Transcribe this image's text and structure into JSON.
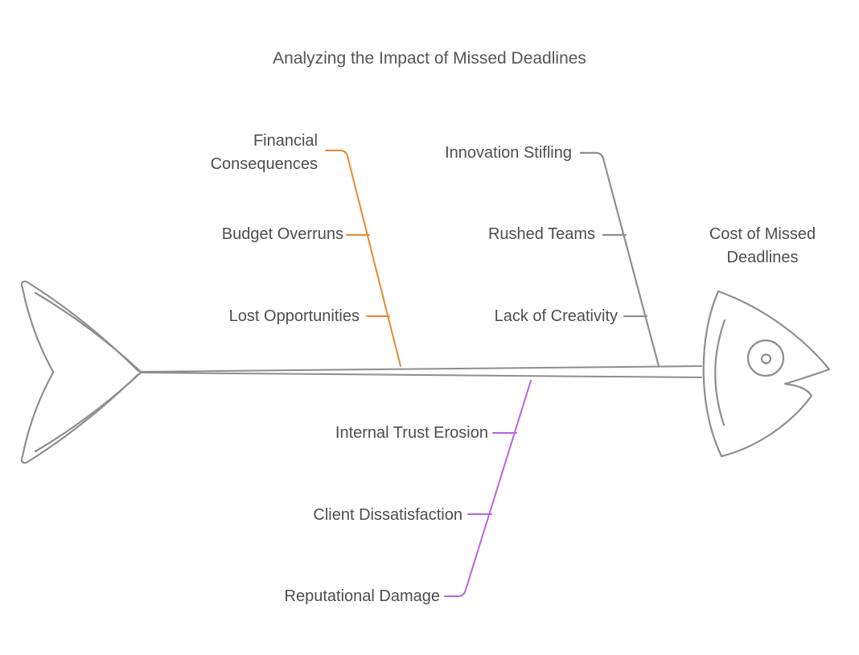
{
  "title": "Analyzing the Impact of Missed Deadlines",
  "effect": {
    "label": "Cost of Missed Deadlines"
  },
  "colors": {
    "skeleton_gray": "#8e8e8e",
    "branch_orange": "#e5882f",
    "branch_purple": "#b864e0",
    "text_gray": "#4d4d4d",
    "title_gray": "#555555"
  },
  "branches": [
    {
      "label": "Financial Consequences",
      "color": "#e5882f",
      "position": "top-left",
      "causes": [
        "Budget Overruns",
        "Lost Opportunities"
      ]
    },
    {
      "label": "Innovation Stifling",
      "color": "#8e8e8e",
      "position": "top-right",
      "causes": [
        "Rushed Teams",
        "Lack of Creativity"
      ]
    },
    {
      "label": "Reputational Damage",
      "color": "#b864e0",
      "position": "bottom",
      "causes": [
        "Internal Trust Erosion",
        "Client Dissatisfaction"
      ]
    }
  ]
}
